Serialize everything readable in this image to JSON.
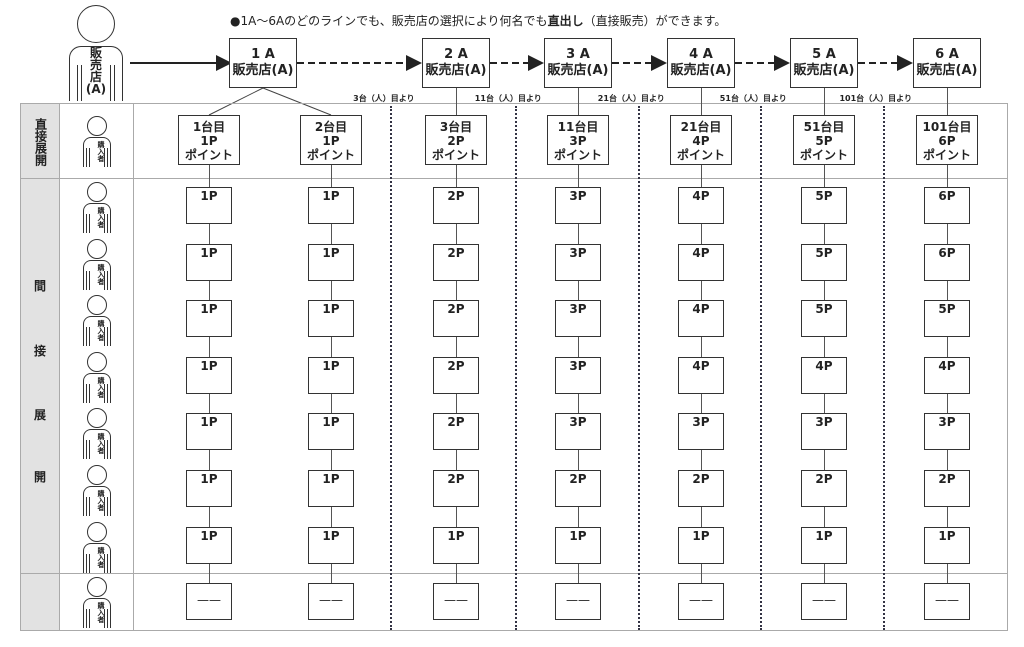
{
  "title_prefix": "●1A〜6Aのどのラインでも、販売店の選択により何名でも",
  "title_bold": "直出し",
  "title_suffix": "（直接販売）ができます。",
  "seller_icon_label": "販売店(A)",
  "buyer_icon_label": "購入者",
  "row_labels": {
    "direct": "直接展開",
    "indirect": [
      "間",
      "接",
      "展",
      "開"
    ]
  },
  "top_boxes": [
    {
      "line": "1 A",
      "label": "販売店(A)"
    },
    {
      "line": "2 A",
      "label": "販売店(A)"
    },
    {
      "line": "3 A",
      "label": "販売店(A)"
    },
    {
      "line": "4 A",
      "label": "販売店(A)"
    },
    {
      "line": "5 A",
      "label": "販売店(A)"
    },
    {
      "line": "6 A",
      "label": "販売店(A)"
    }
  ],
  "thresholds": [
    "3台（人）目より",
    "11台（人）目より",
    "21台（人）目より",
    "51台（人）目より",
    "101台（人）目より"
  ],
  "direct_boxes": [
    {
      "count": "1台目",
      "points": "1P",
      "unit": "ポイント"
    },
    {
      "count": "2台目",
      "points": "1P",
      "unit": "ポイント"
    },
    {
      "count": "3台目",
      "points": "2P",
      "unit": "ポイント"
    },
    {
      "count": "11台目",
      "points": "3P",
      "unit": "ポイント"
    },
    {
      "count": "21台目",
      "points": "4P",
      "unit": "ポイント"
    },
    {
      "count": "51台目",
      "points": "5P",
      "unit": "ポイント"
    },
    {
      "count": "101台目",
      "points": "6P",
      "unit": "ポイント"
    }
  ],
  "indirect_points": [
    [
      "1P",
      "1P",
      "1P",
      "1P",
      "1P",
      "1P",
      "1P"
    ],
    [
      "1P",
      "1P",
      "1P",
      "1P",
      "1P",
      "1P",
      "1P"
    ],
    [
      "2P",
      "2P",
      "2P",
      "2P",
      "2P",
      "2P",
      "1P"
    ],
    [
      "3P",
      "3P",
      "3P",
      "3P",
      "3P",
      "2P",
      "1P"
    ],
    [
      "4P",
      "4P",
      "4P",
      "4P",
      "3P",
      "2P",
      "1P"
    ],
    [
      "5P",
      "5P",
      "5P",
      "4P",
      "3P",
      "2P",
      "1P"
    ],
    [
      "6P",
      "6P",
      "5P",
      "4P",
      "3P",
      "2P",
      "1P"
    ]
  ],
  "last_row_value": "——"
}
